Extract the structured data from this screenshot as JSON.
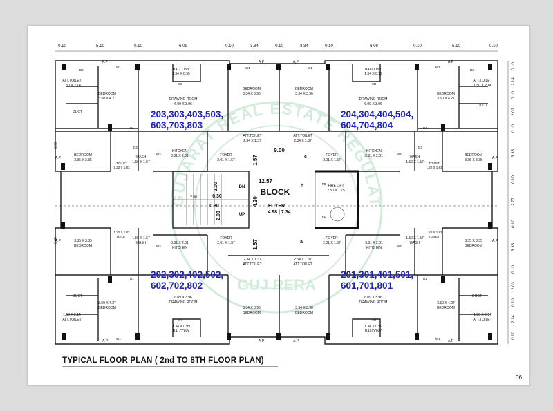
{
  "dims_top": [
    "0.10",
    "5.10",
    "0.10",
    "6.09",
    "0.10",
    "3.34",
    "0.10",
    "3.34",
    "0.10",
    "6.09",
    "0.10",
    "5.10",
    "0.10"
  ],
  "dims_right": [
    "0.10",
    "2.14",
    "0.10",
    "2.02",
    "0.10",
    "3.35",
    "0.10",
    "2.77",
    "0.10",
    "3.35",
    "0.10",
    "2.03",
    "0.10",
    "2.14",
    "0.10"
  ],
  "dim_left_small": "0.60",
  "rooms": {
    "bedroom": "BEDROOM",
    "bedroom_large_size": "3.50 X 4.27",
    "bedroom_mid_size": "3.34 X 3.96",
    "bedroom_small_size": "3.35 X 3.35",
    "drawing": "DRAWING ROOM",
    "drawing_size": "6.09 X 3.96",
    "balcony": "BALCONY",
    "balcony_size": "1.34 X 0.99",
    "att_toilet": "ATT.TOILET",
    "att_toilet_size": "1.50 X 2.14",
    "att_toilet_mid_size": "2.34 X 1.37",
    "duct": "DUCT",
    "kitchen": "KITCHEN",
    "kitchen_size": "3.81 X 2.01",
    "wash": "WASH",
    "wash_size": "1.50 X 1.57",
    "toilet": "TOILET",
    "toilet_size": "1.22 X 1.83",
    "foyer": "FOYER",
    "foyer_size": "2.01 X 1.57",
    "fire_lift": "FIRE LIFT",
    "fire_lift_size": "2.50 X 1.75",
    "ap": "A.P"
  },
  "marks": {
    "sd": "SD",
    "w1": "W1",
    "w2": "W2",
    "d1": "D1",
    "d2": "D2",
    "d3": "D3",
    "fd": "FD"
  },
  "units": {
    "top_left": [
      "203,303,403,503,",
      "603,703,803"
    ],
    "top_right": [
      "204,304,404,504,",
      "604,704,804"
    ],
    "bottom_left": [
      "202,302,402,502,",
      "602,702,802"
    ],
    "bottom_right": [
      "201,301,401,501,",
      "601,701,801"
    ]
  },
  "core": {
    "block_label": "BLOCK",
    "block_width": "9.00",
    "block_depth": "12.57",
    "lobby_side": "1.57",
    "lobby_depth": "4.20",
    "foyer_dims": "4.98 | 7.34",
    "stair_dims": [
      "2.00",
      "0.30",
      "0.30",
      "2.00"
    ],
    "stair_width": "2.00",
    "dn": "DN",
    "up": "UP",
    "letters": [
      "a",
      "b",
      "c"
    ]
  },
  "watermark": {
    "ring": "GUJARAT REAL ESTATE REGULATORY AUTHORITY",
    "center": "GUJ RERA"
  },
  "plan_title": "TYPICAL FLOOR PLAN ( 2nd TO 8TH FLOOR PLAN)",
  "page_number": "06"
}
